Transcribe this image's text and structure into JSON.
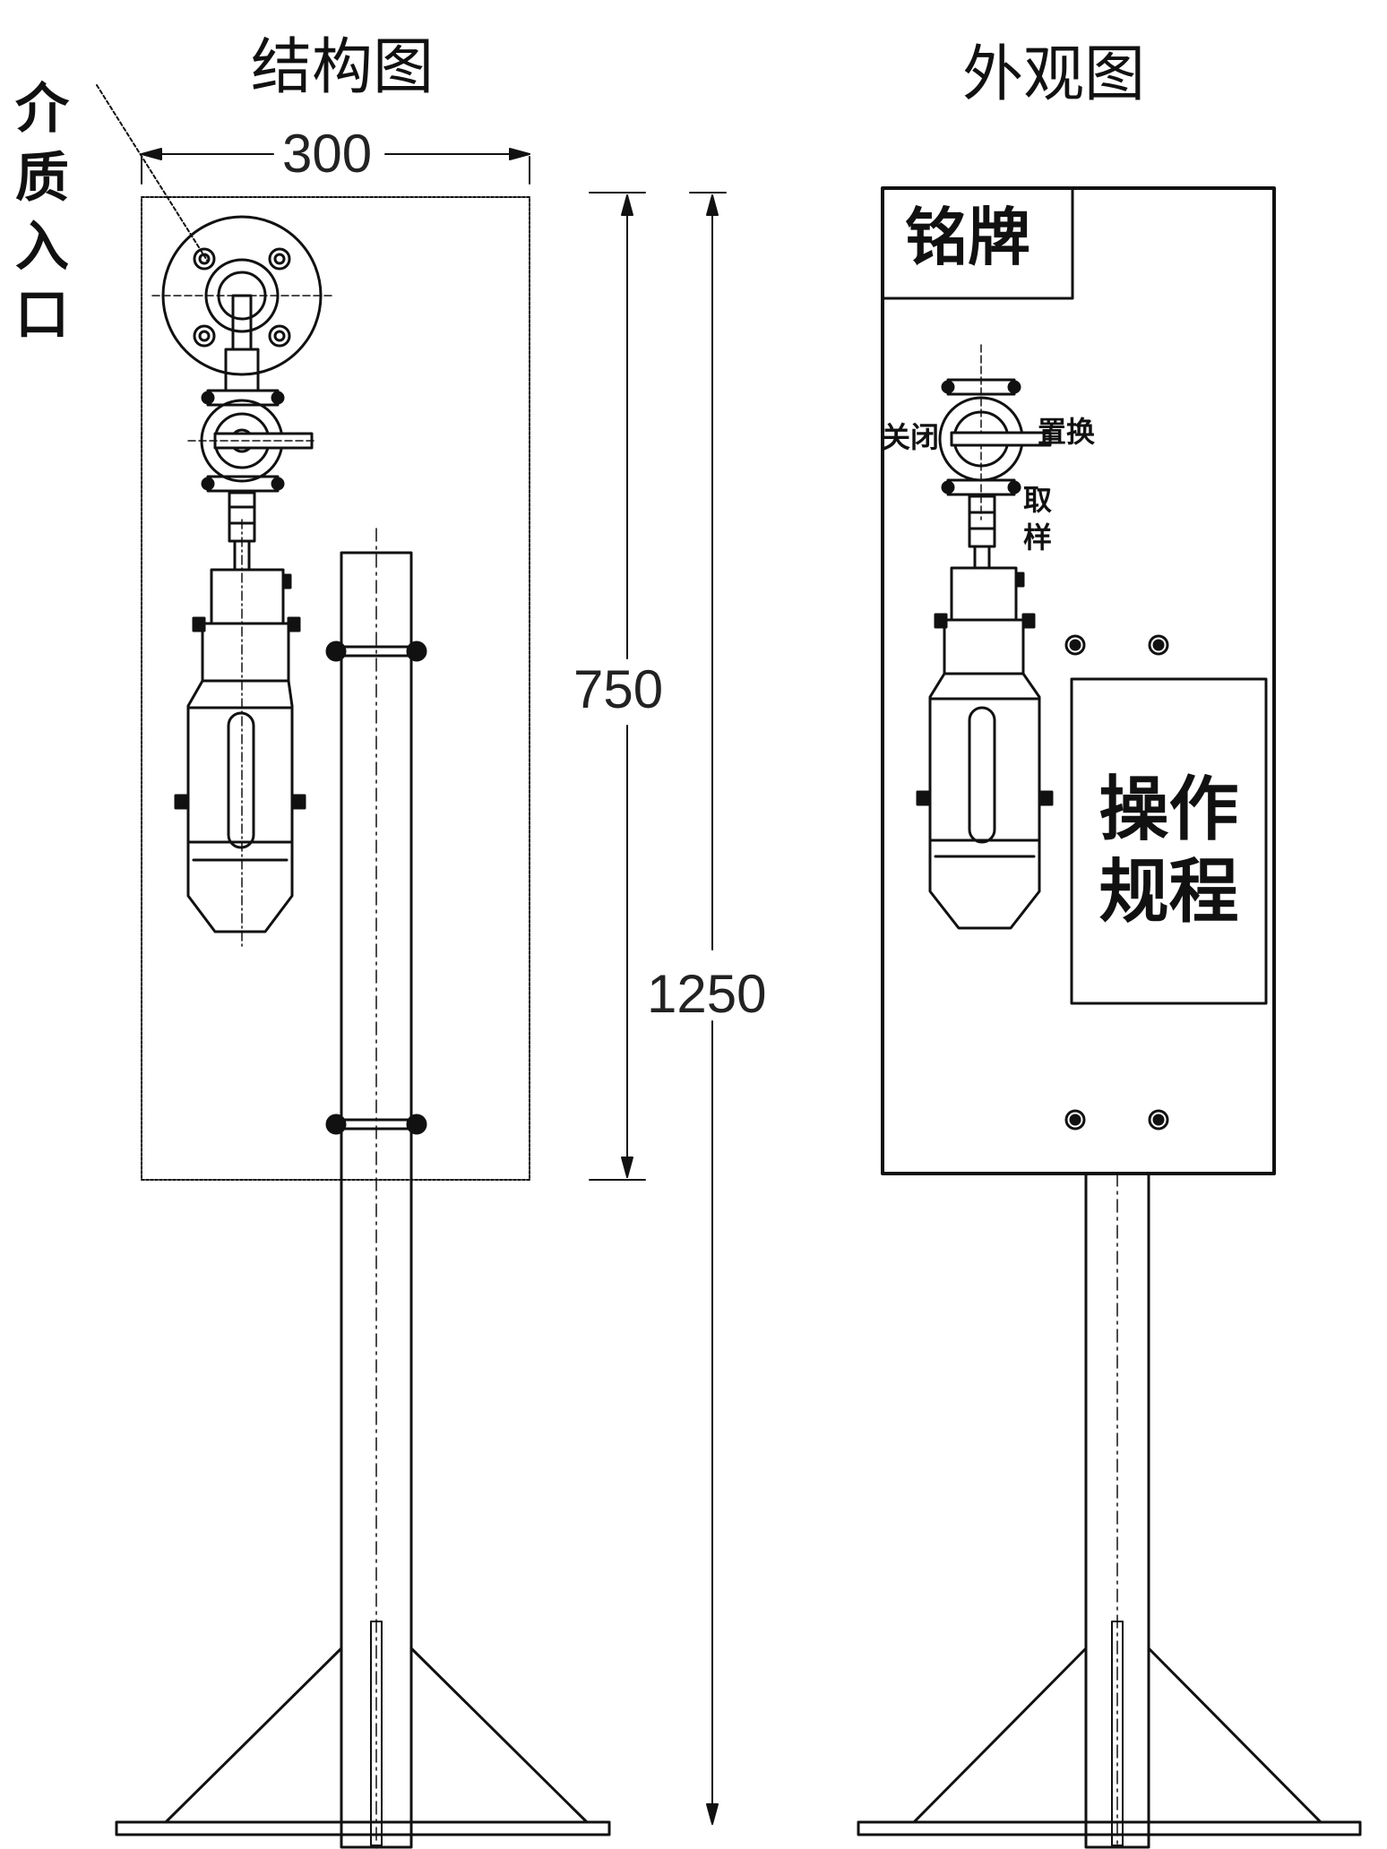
{
  "diagram": {
    "left_title": "结构图",
    "right_title": "外观图",
    "inlet_label": [
      "介",
      "质",
      "入",
      "口"
    ],
    "dimensions": {
      "width_label": "300",
      "panel_height_label": "750",
      "total_height_label": "1250"
    },
    "nameplate_label": "铭牌",
    "valve_labels": {
      "close": "关闭",
      "replace": "置换",
      "sample": [
        "取",
        "样"
      ]
    },
    "procedure_label": [
      "操作",
      "规程"
    ]
  }
}
